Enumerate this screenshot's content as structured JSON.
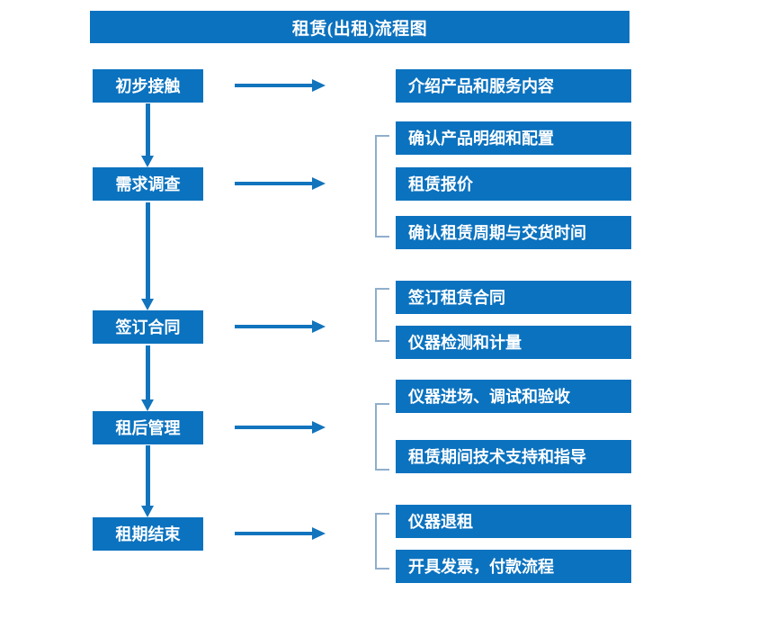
{
  "header": {
    "title": "租赁(出租)流程图"
  },
  "colors": {
    "box_fill": "#0b72bf",
    "box_text": "#ffffff",
    "arrow": "#1274bd",
    "bracket": "#90aecc",
    "background": "#ffffff"
  },
  "stages": [
    {
      "label": "初步接触"
    },
    {
      "label": "需求调查"
    },
    {
      "label": "签订合同"
    },
    {
      "label": "租后管理"
    },
    {
      "label": "租期结束"
    }
  ],
  "details": [
    {
      "label": "介绍产品和服务内容"
    },
    {
      "label": "确认产品明细和配置"
    },
    {
      "label": "租赁报价"
    },
    {
      "label": "确认租赁周期与交货时间"
    },
    {
      "label": "签订租赁合同"
    },
    {
      "label": "仪器检测和计量"
    },
    {
      "label": "仪器进场、调试和验收"
    },
    {
      "label": "租赁期间技术支持和指导"
    },
    {
      "label": "仪器退租"
    },
    {
      "label": "开具发票，付款流程"
    }
  ]
}
